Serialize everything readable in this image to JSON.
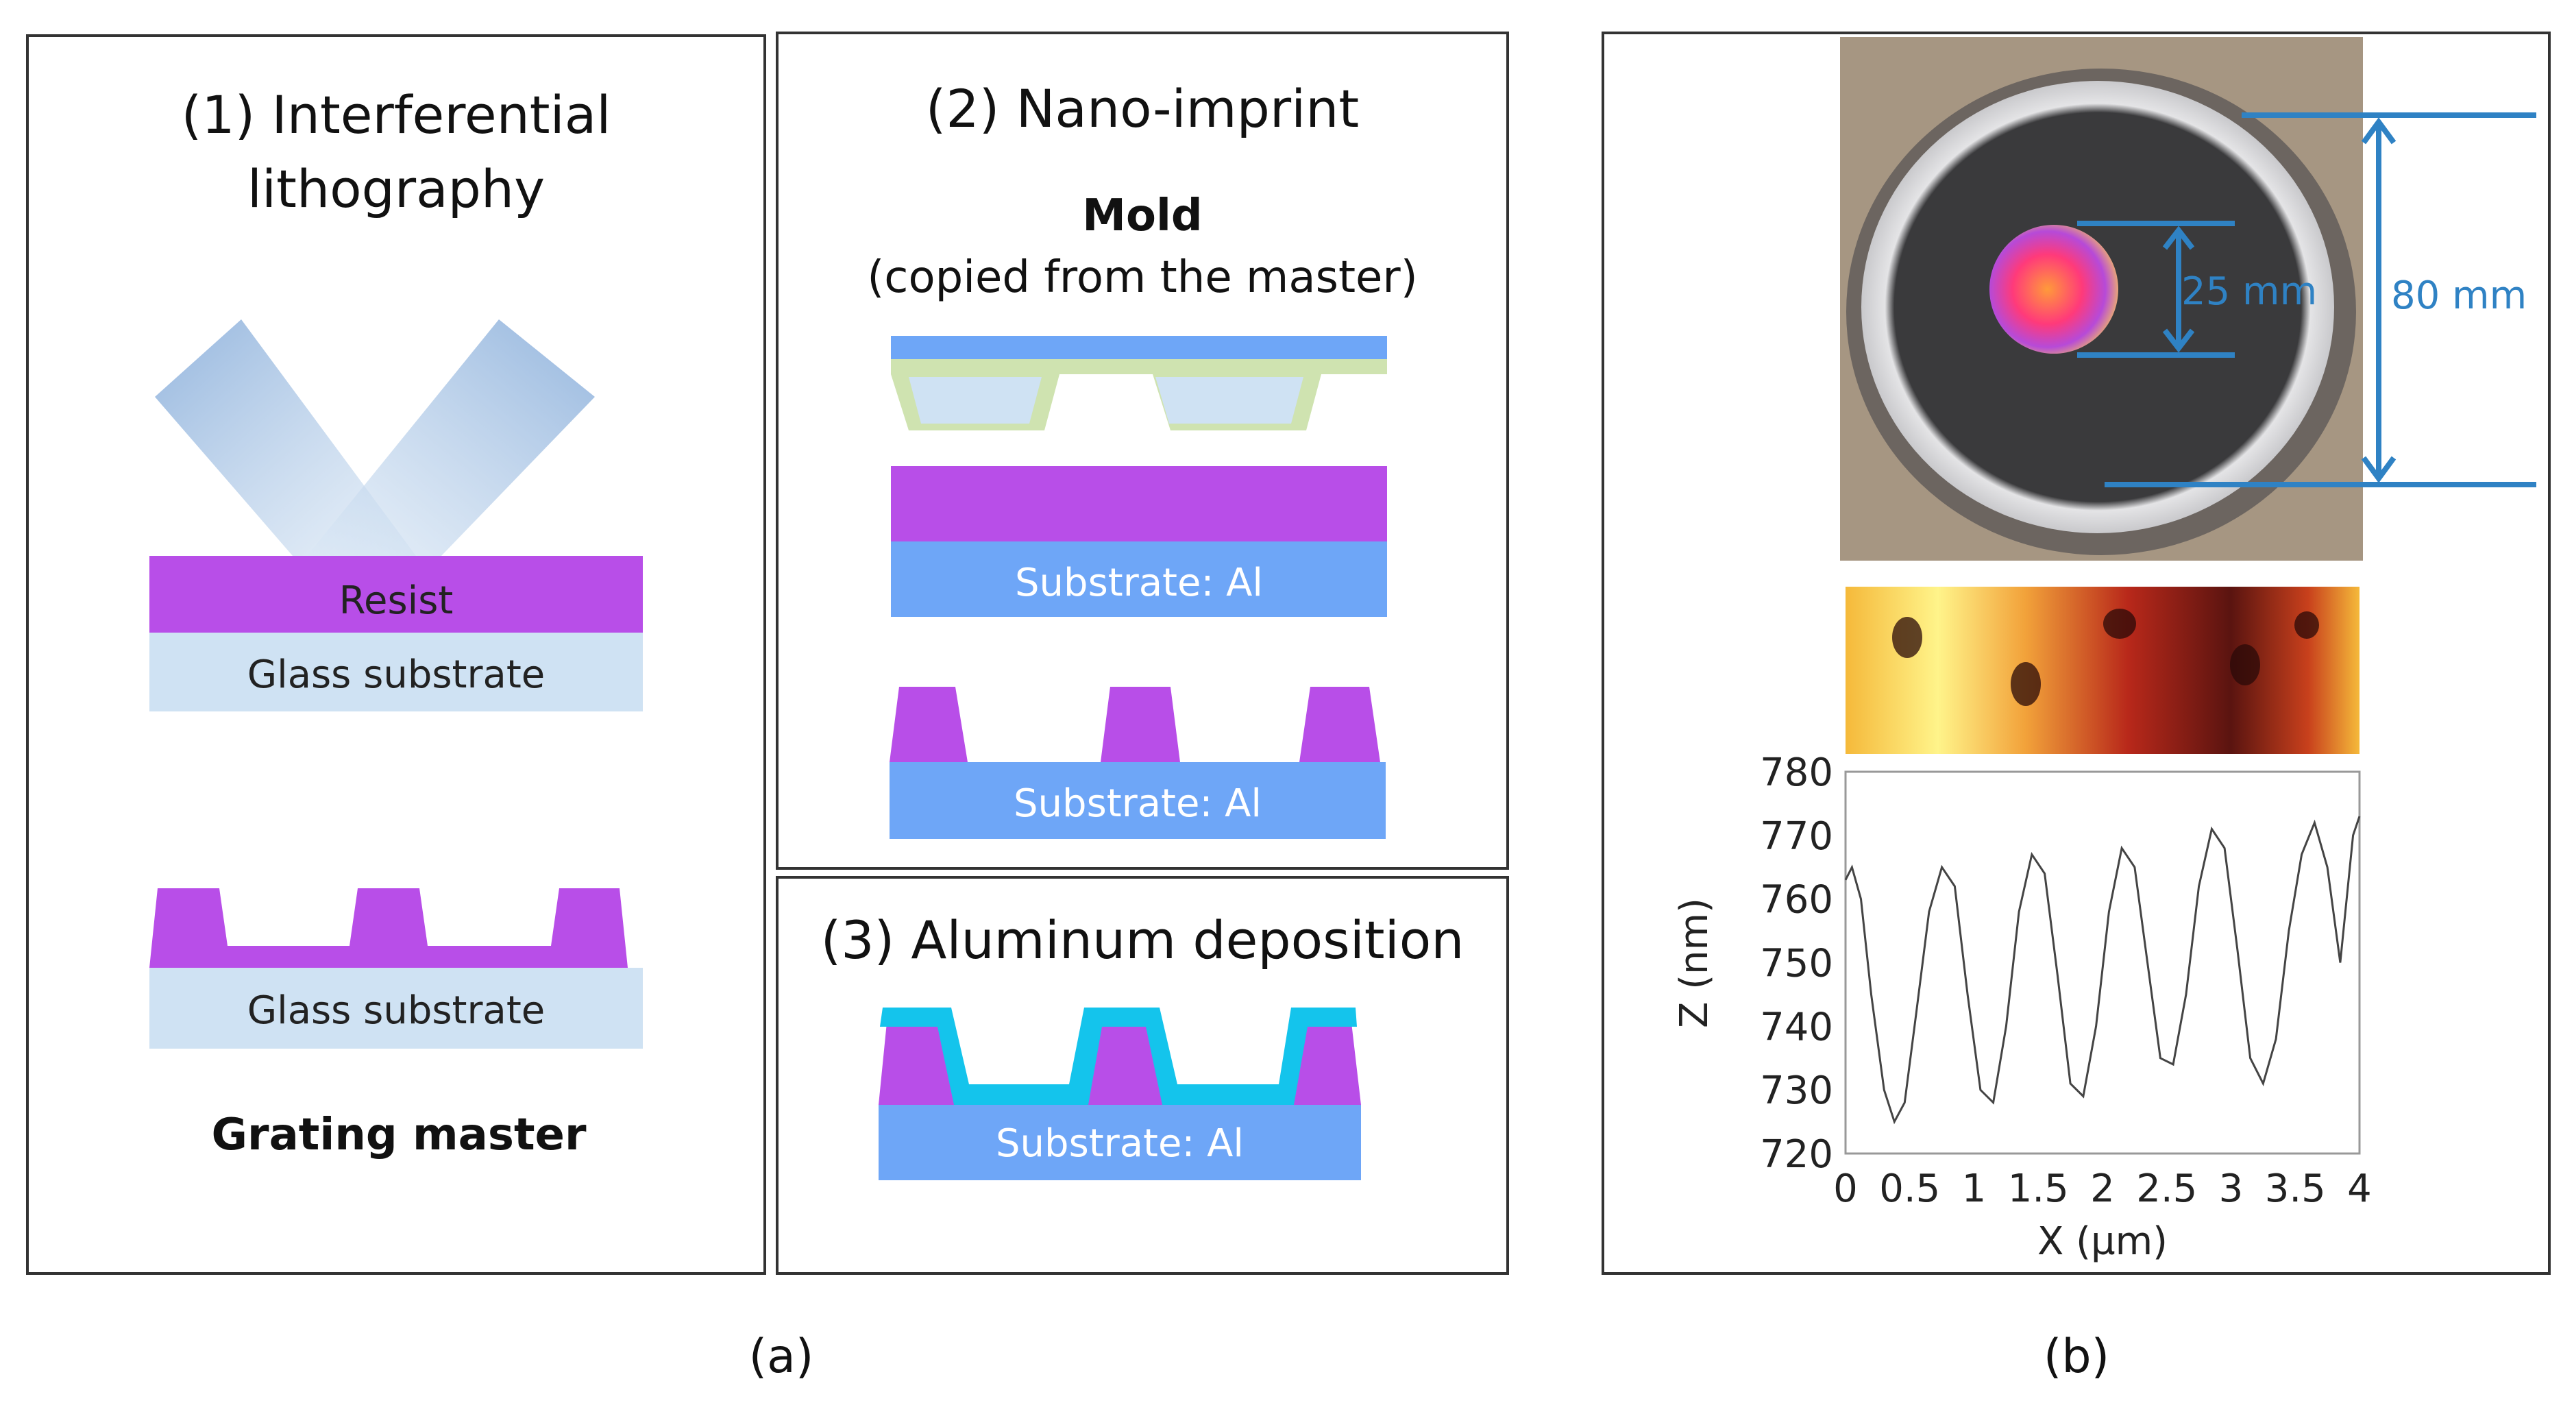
{
  "panel1": {
    "title_line1": "(1) Interferential",
    "title_line2": "lithography",
    "resist_label": "Resist",
    "substrate_label_top": "Glass substrate",
    "substrate_label_bottom": "Glass substrate",
    "caption": "Grating master"
  },
  "panel2": {
    "title": "(2) Nano-imprint",
    "mold_label": "Mold",
    "mold_sublabel": "(copied from the master)",
    "substrate_label_1": "Substrate: Al",
    "substrate_label_2": "Substrate: Al"
  },
  "panel3": {
    "title": "(3) Aluminum deposition",
    "substrate_label": "Substrate: Al"
  },
  "panelB": {
    "dim_small": "25 mm",
    "dim_large": "80 mm"
  },
  "chart_data": {
    "type": "line",
    "xlabel": "X (µm)",
    "ylabel": "Z (nm)",
    "xlim": [
      0,
      4
    ],
    "ylim": [
      720,
      780
    ],
    "xticks": [
      "0",
      "0.5",
      "1",
      "1.5",
      "2",
      "2.5",
      "3",
      "3.5",
      "4"
    ],
    "yticks": [
      "780",
      "770",
      "760",
      "750",
      "740",
      "730",
      "720"
    ],
    "series": [
      {
        "x": [
          0,
          0.05,
          0.12,
          0.2,
          0.3,
          0.38,
          0.46,
          0.55,
          0.65,
          0.75,
          0.85,
          0.95,
          1.05,
          1.15,
          1.25,
          1.35,
          1.45,
          1.55,
          1.65,
          1.75,
          1.85,
          1.95,
          2.05,
          2.15,
          2.25,
          2.35,
          2.45,
          2.55,
          2.65,
          2.75,
          2.85,
          2.95,
          3.05,
          3.15,
          3.25,
          3.35,
          3.45,
          3.55,
          3.65,
          3.75,
          3.85,
          3.95,
          4.0
        ],
        "y": [
          763,
          765,
          760,
          745,
          730,
          725,
          728,
          742,
          758,
          765,
          762,
          745,
          730,
          728,
          740,
          758,
          767,
          764,
          748,
          731,
          729,
          740,
          758,
          768,
          765,
          750,
          735,
          734,
          745,
          762,
          771,
          768,
          752,
          735,
          731,
          738,
          755,
          767,
          772,
          765,
          750,
          770,
          773
        ]
      }
    ]
  },
  "captions": {
    "a": "(a)",
    "b": "(b)"
  },
  "colors": {
    "resist": "#b84ee8",
    "glass": "#cfe2f3",
    "substrate_al": "#6ea6f7",
    "mold_top": "#6ea6f7",
    "mold_layer": "#cfe3b0",
    "aluminum_coat": "#14c4ec",
    "dimension_lines": "#2f82c4",
    "beam": "#8fb2dc"
  }
}
